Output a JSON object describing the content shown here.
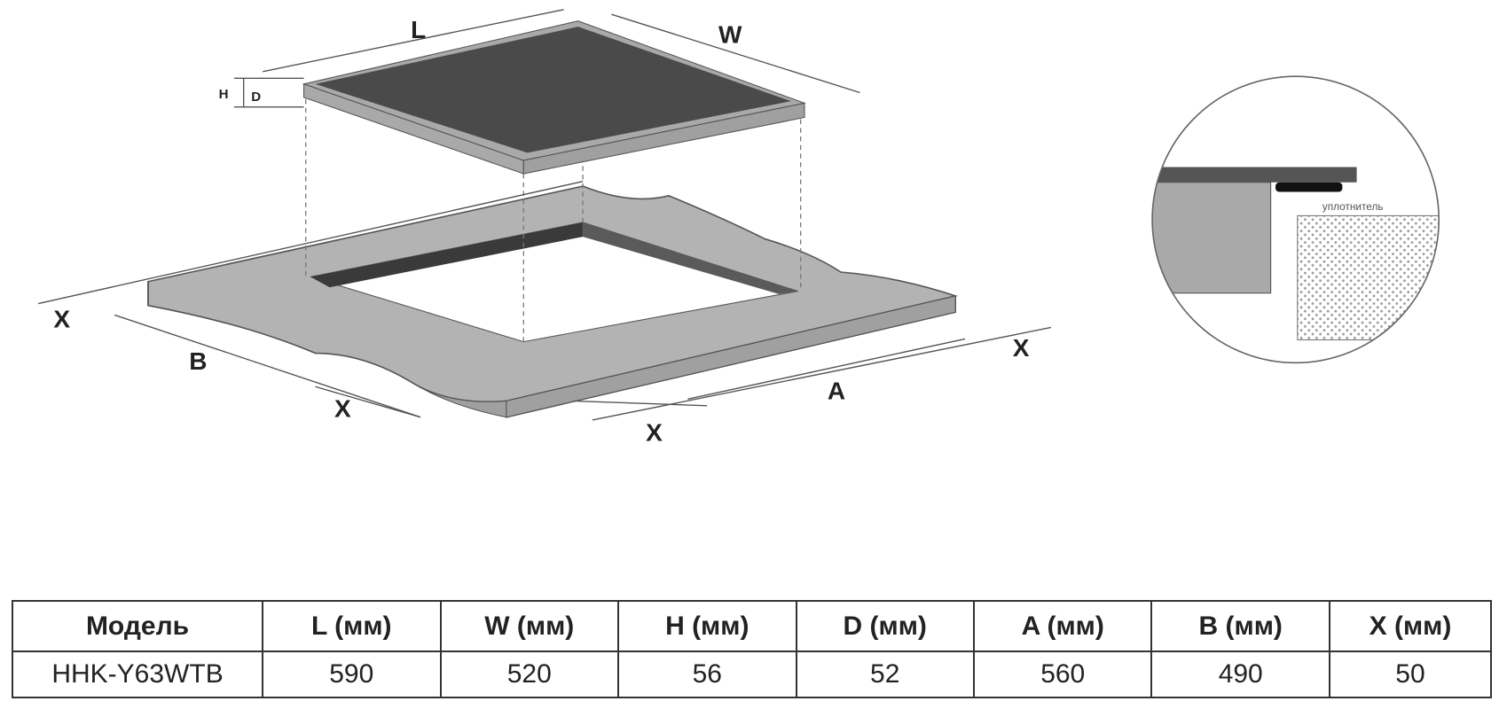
{
  "diagram": {
    "labels": {
      "L": "L",
      "W": "W",
      "H": "H",
      "D": "D",
      "A": "A",
      "B": "B",
      "X": "X"
    },
    "inset_label": "уплотнитель",
    "colors": {
      "glass": "#4a4a4a",
      "frame": "#a9a9aa",
      "counter": "#b3b3b4",
      "cutout_wall": "#3a3a3a",
      "line": "#555555"
    }
  },
  "table": {
    "headers": [
      "Модель",
      "L (мм)",
      "W (мм)",
      "H (мм)",
      "D (мм)",
      "A (мм)",
      "B (мм)",
      "X (мм)"
    ],
    "rows": [
      [
        "HHK-Y63WTB",
        "590",
        "520",
        "56",
        "52",
        "560",
        "490",
        "50"
      ]
    ]
  }
}
